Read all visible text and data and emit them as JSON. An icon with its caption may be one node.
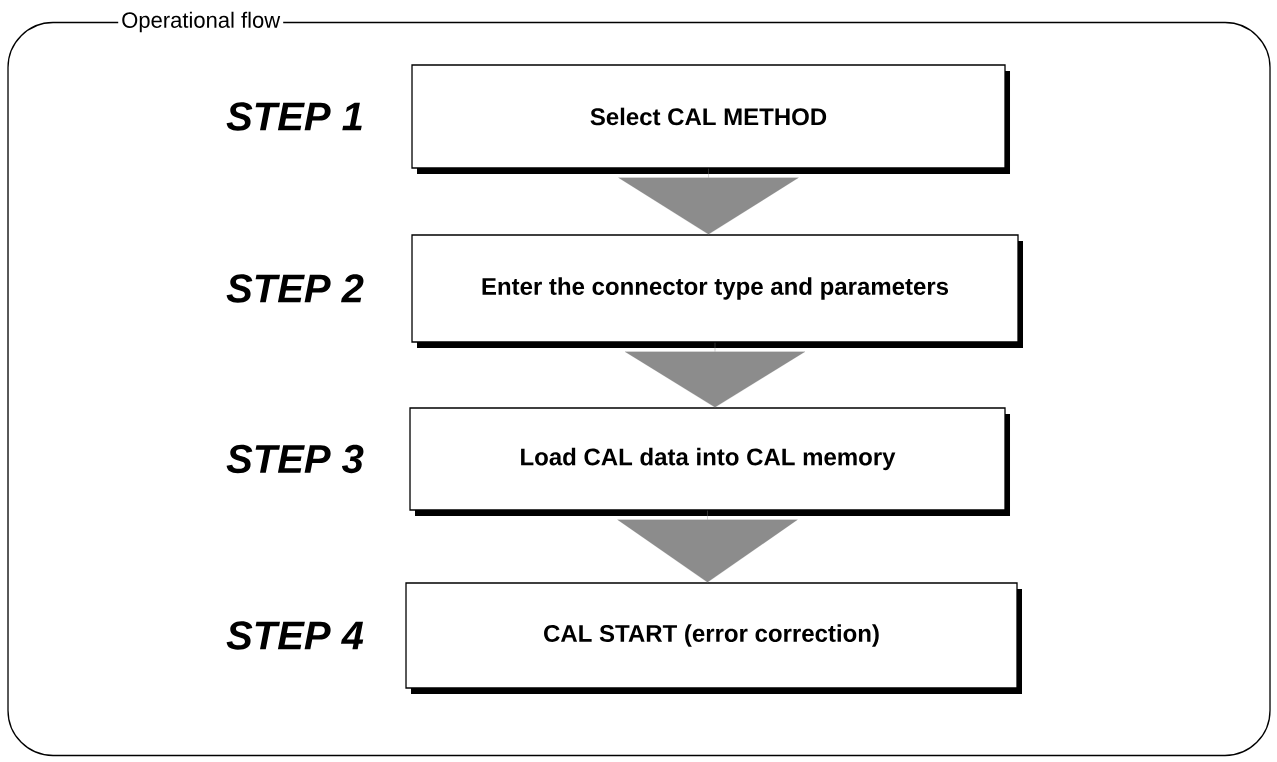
{
  "diagram": {
    "nodes": [
      {
        "text": [
          "Operational flow"
        ]
      },
      {
        "text": [
          "Select CAL METHOD"
        ],
        "beside": [
          "STEP 1"
        ],
        "in": 0
      },
      {
        "text": [
          "Enter the connector type and parameters"
        ],
        "beside": [
          "STEP 2"
        ],
        "in": 0
      },
      {
        "text": [
          "Load CAL data into CAL memory"
        ],
        "beside": [
          "STEP 3"
        ],
        "in": 0
      },
      {
        "text": [
          "CAL START (error correction)"
        ],
        "beside": [
          "STEP 4"
        ],
        "in": 0
      }
    ],
    "edges": [
      {
        "from": 1,
        "to": 2,
        "arrow": "to"
      },
      {
        "from": 2,
        "to": 3,
        "arrow": "to"
      },
      {
        "from": 3,
        "to": 4,
        "arrow": "to"
      }
    ]
  }
}
